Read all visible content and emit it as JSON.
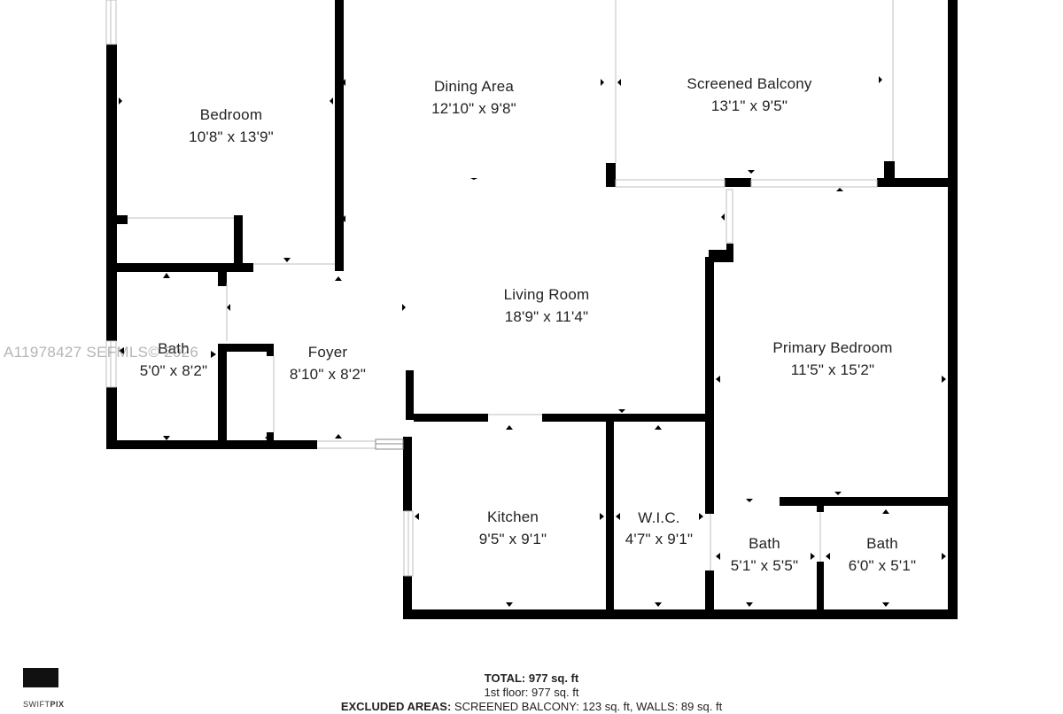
{
  "rooms": {
    "bedroom": {
      "name": "Bedroom",
      "dims": "10'8\" x 13'9\""
    },
    "dining": {
      "name": "Dining Area",
      "dims": "12'10\" x 9'8\""
    },
    "balcony": {
      "name": "Screened Balcony",
      "dims": "13'1\" x 9'5\""
    },
    "living": {
      "name": "Living Room",
      "dims": "18'9\" x 11'4\""
    },
    "primary": {
      "name": "Primary Bedroom",
      "dims": "11'5\" x 15'2\""
    },
    "bath1": {
      "name": "Bath",
      "dims": "5'0\" x 8'2\""
    },
    "foyer": {
      "name": "Foyer",
      "dims": "8'10\" x 8'2\""
    },
    "kitchen": {
      "name": "Kitchen",
      "dims": "9'5\" x 9'1\""
    },
    "wic": {
      "name": "W.I.C.",
      "dims": "4'7\" x 9'1\""
    },
    "bath2": {
      "name": "Bath",
      "dims": "5'1\" x 5'5\""
    },
    "bath3": {
      "name": "Bath",
      "dims": "6'0\" x 5'1\""
    }
  },
  "watermark": "A11978427  SEFMLS© 2026",
  "totals": {
    "total": "TOTAL: 977 sq. ft",
    "floor": "1st floor: 977 sq. ft",
    "excluded_label": "EXCLUDED AREAS:",
    "excluded_value": "SCREENED BALCONY: 123 sq. ft, WALLS: 89 sq. ft"
  },
  "logo": {
    "text_light": "SWIFT",
    "text_bold": "PIX"
  },
  "colors": {
    "wall": "#000000",
    "window": "#bfbfbf",
    "background": "#ffffff"
  }
}
